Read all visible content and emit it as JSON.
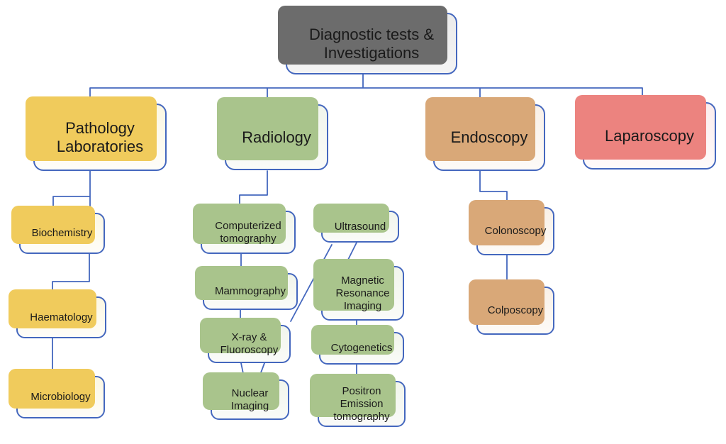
{
  "nodes": {
    "root": "Diagnostic tests & Investigations",
    "pathology": "Pathology Laboratories",
    "radiology": "Radiology",
    "endoscopy": "Endoscopy",
    "laparoscopy": "Laparoscopy",
    "biochemistry": "Biochemistry",
    "haematology": "Haematology",
    "microbiology": "Microbiology",
    "computerized_tomography": "Computerized tomography",
    "mammography": "Mammography",
    "xray_fluoroscopy": "X-ray & Fluoroscopy",
    "nuclear_imaging": "Nuclear Imaging",
    "ultrasound": "Ultrasound",
    "mri": "Magnetic Resonance Imaging",
    "cytogenetics": "Cytogenetics",
    "pet": "Positron Emission tomography",
    "colonoscopy": "Colonoscopy",
    "colposcopy": "Colposcopy"
  },
  "hierarchy": {
    "root": "Diagnostic tests & Investigations",
    "branches": [
      {
        "label": "Pathology Laboratories",
        "children": [
          "Biochemistry",
          "Haematology",
          "Microbiology"
        ]
      },
      {
        "label": "Radiology",
        "children": [
          "Computerized tomography",
          "Mammography",
          "X-ray & Fluoroscopy",
          "Nuclear Imaging",
          "Ultrasound",
          "Magnetic Resonance Imaging",
          "Cytogenetics",
          "Positron Emission tomography"
        ]
      },
      {
        "label": "Endoscopy",
        "children": [
          "Colonoscopy",
          "Colposcopy"
        ]
      },
      {
        "label": "Laparoscopy",
        "children": []
      }
    ]
  },
  "colors": {
    "connector_blue": "#4467BE",
    "root_shadow_gray": "#6C6C6C",
    "pathology_yellow": "#F0CB5C",
    "radiology_green": "#A9C48C",
    "endoscopy_tan": "#D9A878",
    "laparoscopy_red": "#EC837F"
  }
}
